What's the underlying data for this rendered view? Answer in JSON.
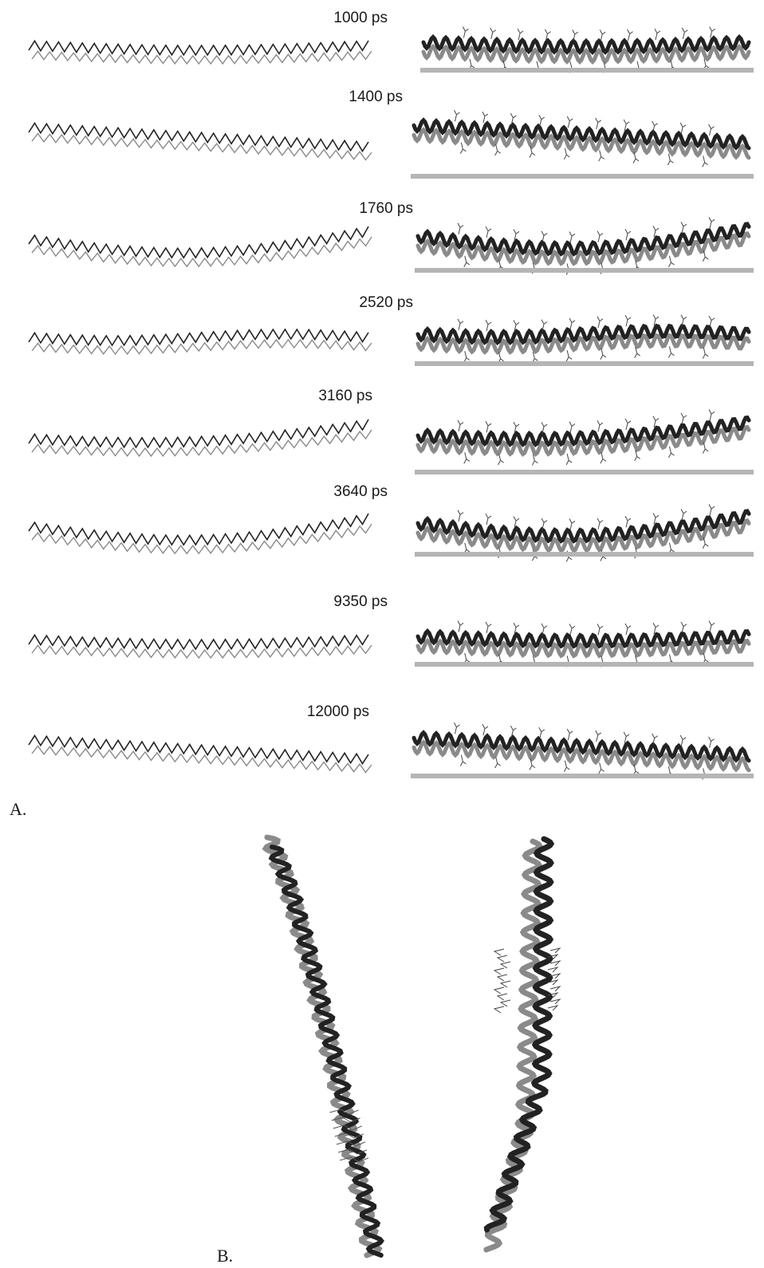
{
  "panel_a": {
    "label": "A.",
    "frames": [
      {
        "time": "1000 ps"
      },
      {
        "time": "1400 ps"
      },
      {
        "time": "1760 ps"
      },
      {
        "time": "2520 ps"
      },
      {
        "time": "3160 ps"
      },
      {
        "time": "3640 ps"
      },
      {
        "time": "9350 ps"
      },
      {
        "time": "12000 ps"
      }
    ]
  },
  "panel_b": {
    "label": "B."
  },
  "colors": {
    "dark_helix": "#222222",
    "light_helix": "#8a8a8a",
    "surface_bar": "#b5b5b5",
    "text": "#1a1a1a"
  }
}
